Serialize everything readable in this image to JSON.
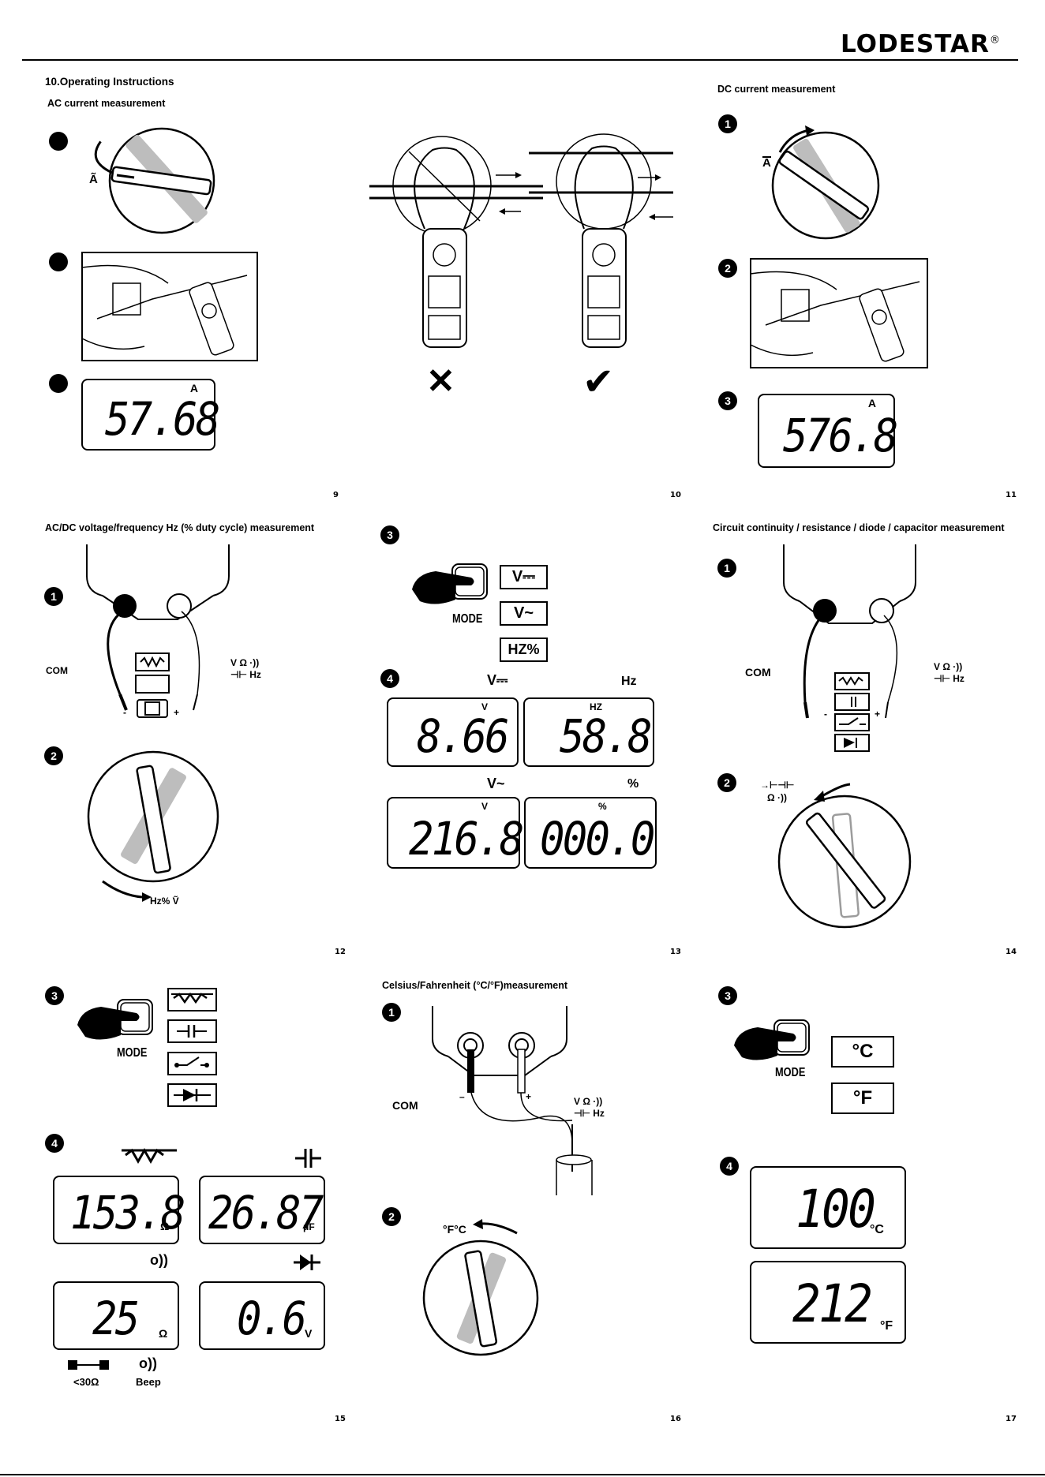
{
  "header": {
    "brand": "LODESTAR",
    "registered": "®"
  },
  "row1": {
    "section_title": "10.Operating Instructions",
    "ac": {
      "title": "AC current measurement",
      "range_label": "Ã",
      "display_value": "57.68",
      "display_unit": "A",
      "page": "9"
    },
    "center": {
      "wrong_mark": "✕",
      "right_mark": "✔",
      "page": "10"
    },
    "dc": {
      "title": "DC current measurement",
      "steps": [
        "1",
        "2",
        "3"
      ],
      "range_label": "A",
      "display_value": "576.8",
      "display_unit": "A",
      "page": "11"
    }
  },
  "row2": {
    "voltage": {
      "title": "AC/DC voltage/frequency Hz (% duty cycle) measurement",
      "steps": [
        "1",
        "2"
      ],
      "com": "COM",
      "vohm": "V Ω ·))",
      "cap_hz": "⊣⊢ Hz",
      "minus": "-",
      "plus": "+",
      "dial_label": "Hz% Ṽ",
      "page": "12"
    },
    "mode": {
      "steps": [
        "3",
        "4"
      ],
      "mode_label": "MODE",
      "options": [
        "V⎓",
        "V~",
        "HZ%"
      ],
      "displays": [
        {
          "header": "V⎓",
          "unit": "V",
          "value": "8.66"
        },
        {
          "header": "Hz",
          "unit": "HZ",
          "value": "58.8"
        },
        {
          "header": "V~",
          "unit": "V",
          "value": "216.8"
        },
        {
          "header": "%",
          "unit": "%",
          "value": "000.0"
        }
      ],
      "page": "13"
    },
    "circuit": {
      "title": "Circuit continuity / resistance / diode / capacitor measurement",
      "steps": [
        "1",
        "2"
      ],
      "com": "COM",
      "vohm": "V Ω ·))",
      "cap_hz": "⊣⊢ Hz",
      "minus": "-",
      "plus": "+",
      "dial_label_1": "→⊢⊣⊢",
      "dial_label_2": "Ω ·))",
      "page": "14"
    }
  },
  "row3": {
    "modes": {
      "steps": [
        "3",
        "4"
      ],
      "mode_label": "MODE",
      "displays": [
        {
          "value": "153.8",
          "unit": "Ω"
        },
        {
          "value": "26.87",
          "unit": "μF"
        },
        {
          "value": "25",
          "unit": "Ω"
        },
        {
          "value": "0.6",
          "unit": "V"
        }
      ],
      "continuity_threshold": "<30Ω",
      "beep": "Beep",
      "page": "15"
    },
    "temp": {
      "title": "Celsius/Fahrenheit (°C/°F)measurement",
      "steps": [
        "1",
        "2"
      ],
      "com": "COM",
      "minus": "–",
      "plus": "+",
      "vohm": "V Ω ·))",
      "cap_hz": "⊣⊢ Hz",
      "dial_label": "°F°C",
      "page": "16"
    },
    "tempmode": {
      "steps": [
        "3",
        "4"
      ],
      "mode_label": "MODE",
      "options": [
        "°C",
        "°F"
      ],
      "displays": [
        {
          "value": "100",
          "unit": "°C"
        },
        {
          "value": "212",
          "unit": "°F"
        }
      ],
      "page": "17"
    }
  }
}
